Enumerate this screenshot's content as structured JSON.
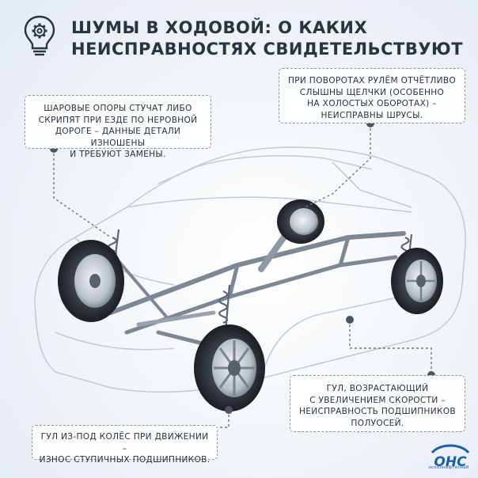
{
  "title": {
    "line1": "Шумы в ходовой: о каких",
    "line2": "неисправностях свидетельствуют"
  },
  "icons": {
    "title_icon": "lightbulb-gear-icon",
    "logo": "ohc-logo"
  },
  "callouts": {
    "ball_joints": {
      "lines": [
        "Шаровые опоры стучат либо",
        "скрипят при езде по неровной",
        "дороге – данные детали изношены",
        "и требуют замены."
      ]
    },
    "cv_joints": {
      "lines": [
        "При поворотах рулём отчётливо",
        "слышны щелчки (особенно",
        "на холостых оборотах) –",
        "неисправны ШРУСы."
      ]
    },
    "wheel_bearings": {
      "lines": [
        "Гул, возрастающий",
        "с увеличением скорости –",
        "неисправность подшипников",
        "полуосей."
      ]
    },
    "hub_bearings": {
      "lines": [
        "Гул из-под колёс при движении –",
        "износ ступичных подшипников."
      ]
    }
  },
  "logo": {
    "mark": "OHC",
    "caption": "осколнефтеснаб"
  },
  "colors": {
    "title": "#2a3440",
    "callout_border": "#8b939c",
    "leader_dot": "#4b5560",
    "logo_blue": "#1c5fa8",
    "car_outline": "#c3ccd6",
    "chassis": "#7d8894"
  }
}
